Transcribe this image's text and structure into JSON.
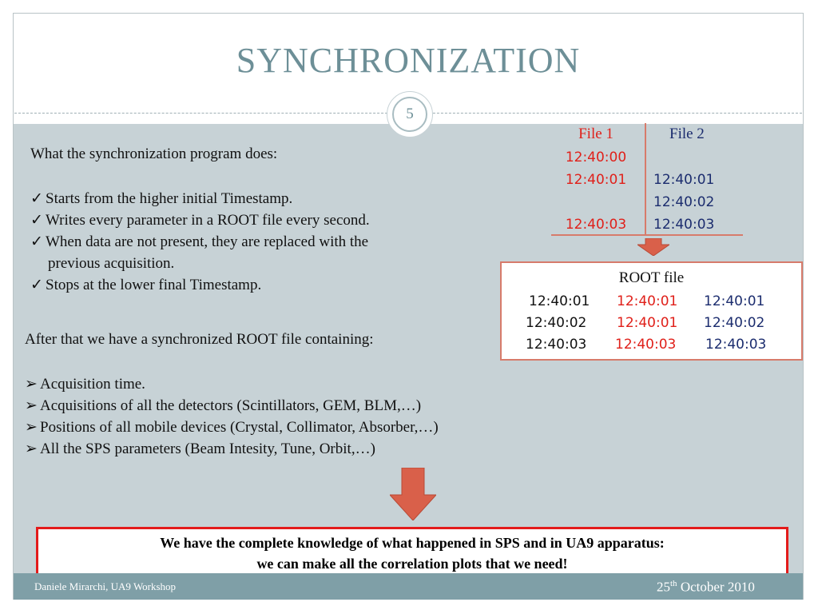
{
  "slide": {
    "title": "SYNCHRONIZATION",
    "number": "5"
  },
  "intro": "What the synchronization program does:",
  "program_steps": [
    "Starts from the higher initial Timestamp.",
    "Writes every parameter in a ROOT file every second.",
    "When data are not present, they are replaced with the",
    "previous acquisition.",
    "Stops at the lower final Timestamp."
  ],
  "after_text": "After that we have a synchronized ROOT file containing:",
  "contents": [
    "Acquisition time.",
    "Acquisitions of all the detectors (Scintillators, GEM, BLM,…)",
    "Positions of all mobile devices (Crystal, Collimator, Absorber,…)",
    "All the SPS parameters (Beam Intesity, Tune, Orbit,…)"
  ],
  "files_table": {
    "headers": [
      "File 1",
      "File 2"
    ],
    "file1": [
      "12:40:00",
      "12:40:01",
      "",
      "12:40:03"
    ],
    "file2": [
      "",
      "12:40:01",
      "12:40:02",
      "12:40:03"
    ]
  },
  "root_file": {
    "title": "ROOT file",
    "rows": [
      [
        "12:40:01",
        "12:40:01",
        "12:40:01"
      ],
      [
        "12:40:02",
        "12:40:01",
        "12:40:02"
      ],
      [
        "12:40:03",
        "12:40:03",
        "12:40:03"
      ]
    ]
  },
  "conclusion": {
    "line1": "We have the complete knowledge of what happened in SPS and in UA9 apparatus:",
    "line2": "we can make all the correlation plots that we need!"
  },
  "footer": {
    "author": "Daniele Mirarchi, UA9 Workshop",
    "date_day": "25",
    "date_sup": "th",
    "date_rest": " October 2010"
  },
  "colors": {
    "title": "#6d8f97",
    "content_bg": "#c7d2d6",
    "footer_bg": "#7f9fa7",
    "file1": "#e0201a",
    "file2": "#1b2c6e",
    "accent_arrow": "#d9604a",
    "conclusion_border": "#e31b1b"
  }
}
